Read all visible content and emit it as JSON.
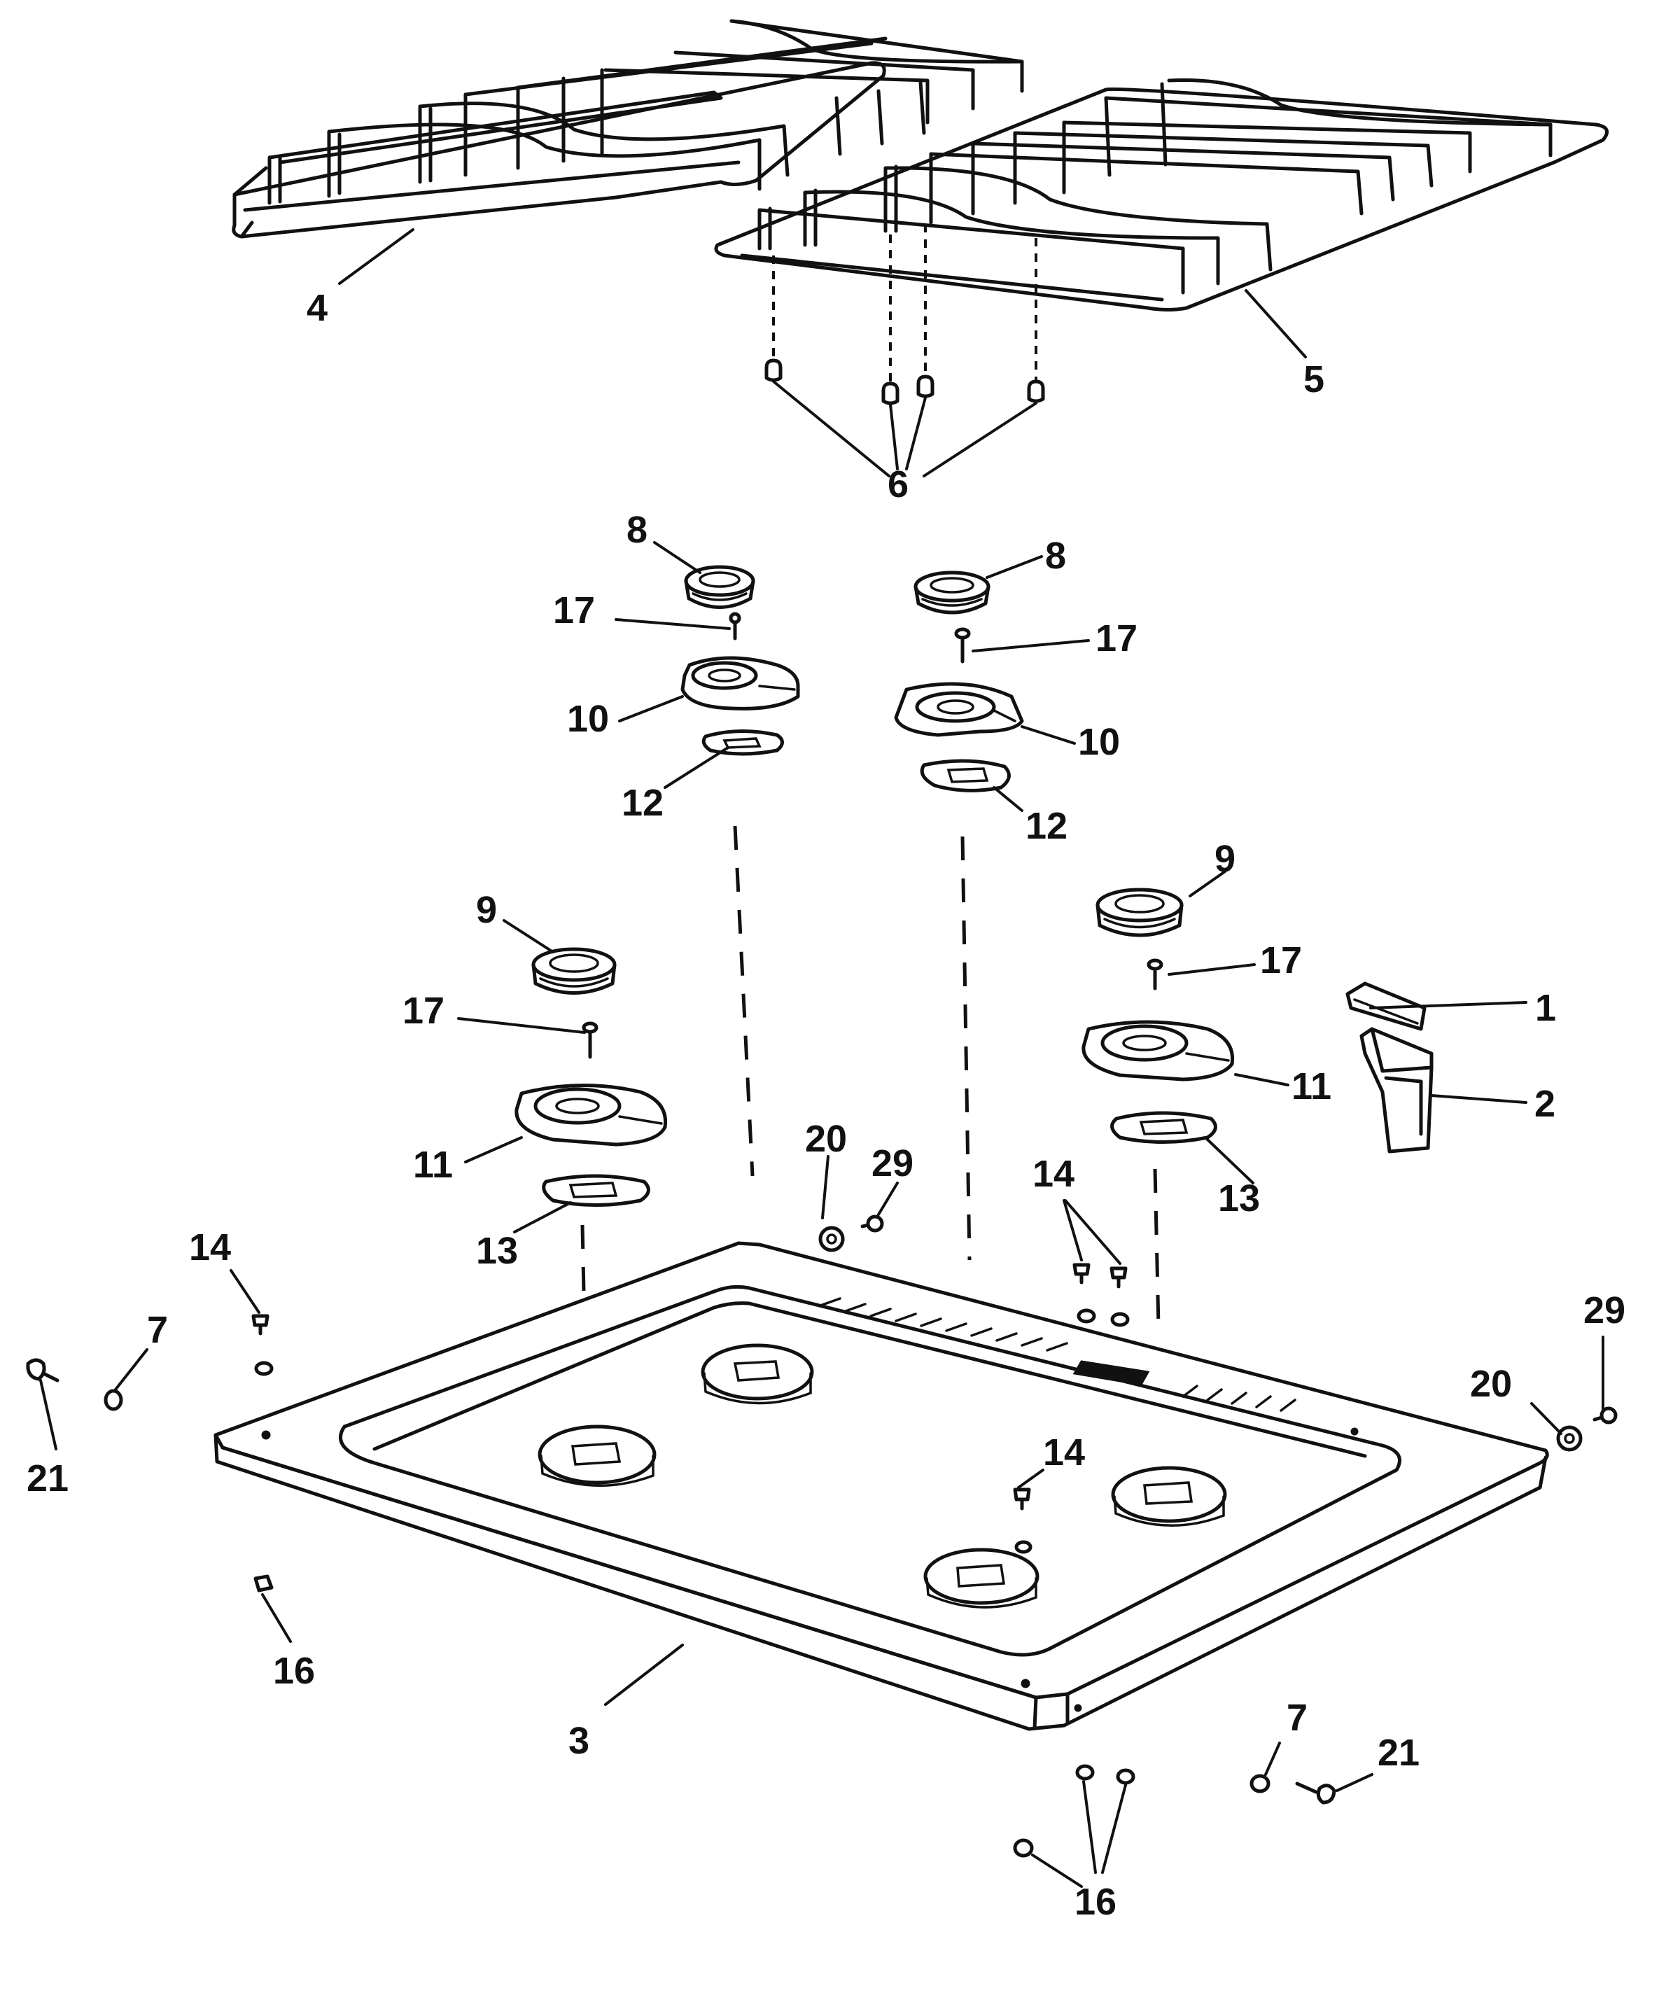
{
  "diagram": {
    "callouts": [
      {
        "id": "c1",
        "text": "1"
      },
      {
        "id": "c2",
        "text": "2"
      },
      {
        "id": "c3",
        "text": "3"
      },
      {
        "id": "c4",
        "text": "4"
      },
      {
        "id": "c5",
        "text": "5"
      },
      {
        "id": "c6",
        "text": "6"
      },
      {
        "id": "c7a",
        "text": "7"
      },
      {
        "id": "c7b",
        "text": "7"
      },
      {
        "id": "c8a",
        "text": "8"
      },
      {
        "id": "c8b",
        "text": "8"
      },
      {
        "id": "c9a",
        "text": "9"
      },
      {
        "id": "c9b",
        "text": "9"
      },
      {
        "id": "c10a",
        "text": "10"
      },
      {
        "id": "c10b",
        "text": "10"
      },
      {
        "id": "c11a",
        "text": "11"
      },
      {
        "id": "c11b",
        "text": "11"
      },
      {
        "id": "c12a",
        "text": "12"
      },
      {
        "id": "c12b",
        "text": "12"
      },
      {
        "id": "c13a",
        "text": "13"
      },
      {
        "id": "c13b",
        "text": "13"
      },
      {
        "id": "c14a",
        "text": "14"
      },
      {
        "id": "c14b",
        "text": "14"
      },
      {
        "id": "c14c",
        "text": "14"
      },
      {
        "id": "c16a",
        "text": "16"
      },
      {
        "id": "c16b",
        "text": "16"
      },
      {
        "id": "c17a",
        "text": "17"
      },
      {
        "id": "c17b",
        "text": "17"
      },
      {
        "id": "c17c",
        "text": "17"
      },
      {
        "id": "c17d",
        "text": "17"
      },
      {
        "id": "c20a",
        "text": "20"
      },
      {
        "id": "c20b",
        "text": "20"
      },
      {
        "id": "c21a",
        "text": "21"
      },
      {
        "id": "c21b",
        "text": "21"
      },
      {
        "id": "c29a",
        "text": "29"
      },
      {
        "id": "c29b",
        "text": "29"
      }
    ]
  }
}
